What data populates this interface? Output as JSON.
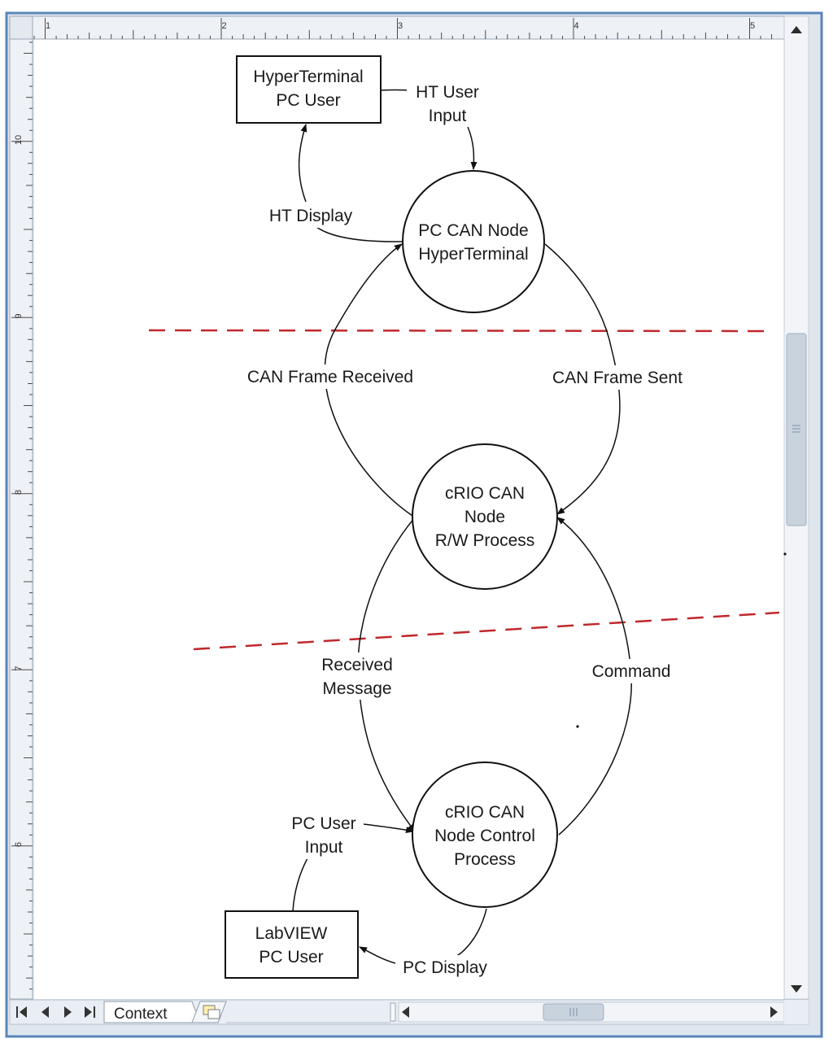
{
  "ruler": {
    "top_marks": [
      "1",
      "2",
      "3",
      "4",
      "5"
    ],
    "left_marks": [
      "10",
      "9",
      "8",
      "7",
      "6"
    ]
  },
  "nodes": {
    "ht_user": [
      "HyperTerminal",
      "PC User"
    ],
    "pc_can_node": [
      "PC CAN Node",
      "HyperTerminal"
    ],
    "crio_rw": [
      "cRIO CAN",
      "Node",
      "R/W Process"
    ],
    "crio_control": [
      "cRIO CAN",
      "Node Control",
      "Process"
    ],
    "labview_user": [
      "LabVIEW",
      "PC User"
    ]
  },
  "flows": {
    "ht_user_input": [
      "HT User",
      "Input"
    ],
    "ht_display": [
      "HT Display"
    ],
    "can_frame_received": [
      "CAN Frame Received"
    ],
    "can_frame_sent": [
      "CAN Frame Sent"
    ],
    "received_message": [
      "Received",
      "Message"
    ],
    "command": [
      "Command"
    ],
    "pc_user_input": [
      "PC User",
      "Input"
    ],
    "pc_display": [
      "PC Display"
    ]
  },
  "sheet_tabs": {
    "active": "Context"
  },
  "colors": {
    "boundary_line": "#c0282d",
    "window_frame": "#5a86b8",
    "chrome_bg": "#e9eef4",
    "scrollbar_thumb": "#c9d3de"
  }
}
